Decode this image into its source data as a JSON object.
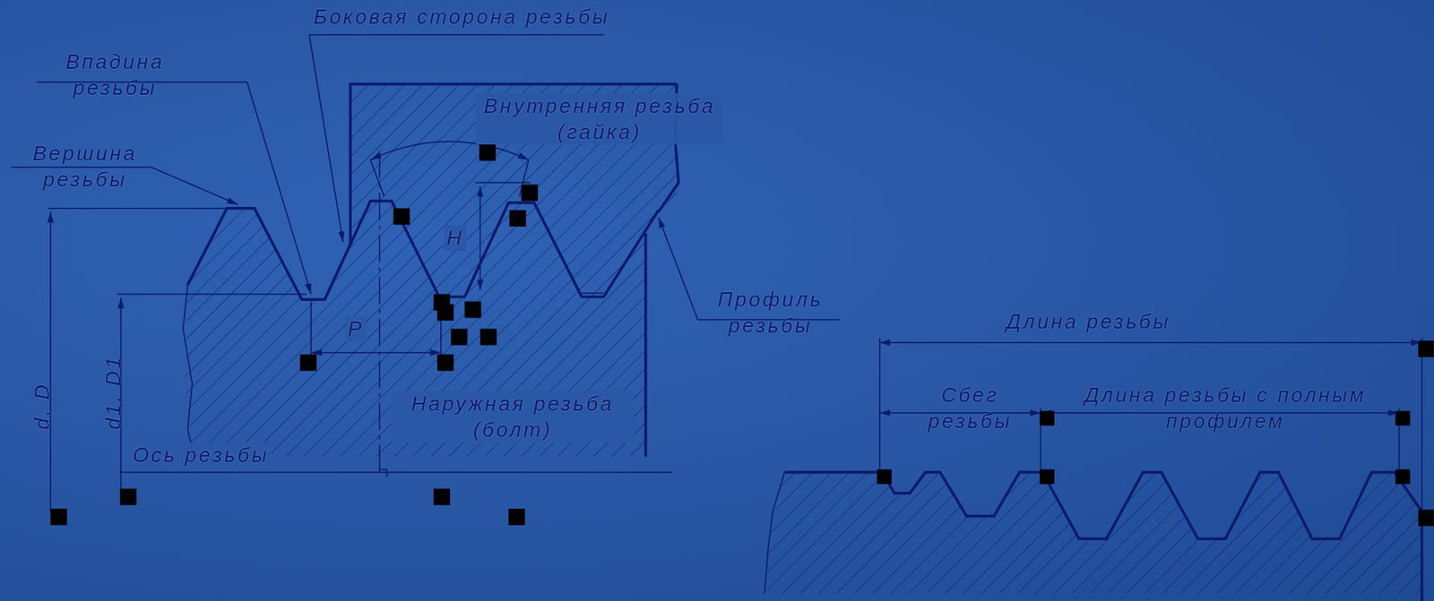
{
  "diagram": {
    "labels": [
      "Боковая сторона резьбы",
      "Впадина резьбы",
      "Вершина резьбы",
      "Внутренняя резьба (гайка)",
      "H",
      "Профиль резьбы",
      "P",
      "Наружная резьба (болт)",
      "Ось резьбы",
      "d, D",
      "d1, D1",
      "Длина резьбы",
      "Сбег резьбы",
      "Длина резьбы с полным профилем"
    ]
  }
}
